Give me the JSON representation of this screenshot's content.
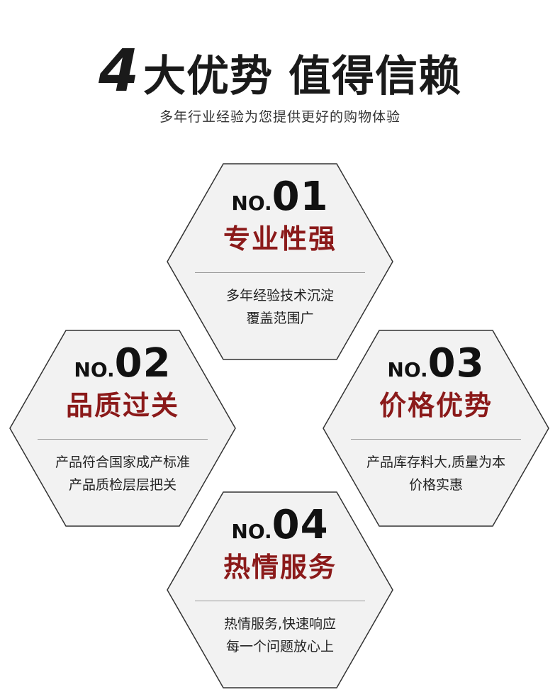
{
  "header": {
    "number": "4",
    "title_part1": "大优势",
    "title_part2": "值得信赖",
    "subtitle": "多年行业经验为您提供更好的购物体验"
  },
  "colors": {
    "hex_fill": "#f2f2f2",
    "hex_border": "#333333",
    "title_color": "#8b1a1a",
    "text_color": "#222222"
  },
  "items": [
    {
      "no_prefix": "NO.",
      "no_digits": "01",
      "title": "专业性强",
      "line1": "多年经验技术沉淀",
      "line2": "覆盖范围广"
    },
    {
      "no_prefix": "NO.",
      "no_digits": "02",
      "title": "品质过关",
      "line1": "产品符合国家成产标准",
      "line2": "产品质检层层把关"
    },
    {
      "no_prefix": "NO.",
      "no_digits": "03",
      "title": "价格优势",
      "line1": "产品库存料大,质量为本",
      "line2": "价格实惠"
    },
    {
      "no_prefix": "NO.",
      "no_digits": "04",
      "title": "热情服务",
      "line1": "热情服务,快速响应",
      "line2": "每一个问题放心上"
    }
  ]
}
